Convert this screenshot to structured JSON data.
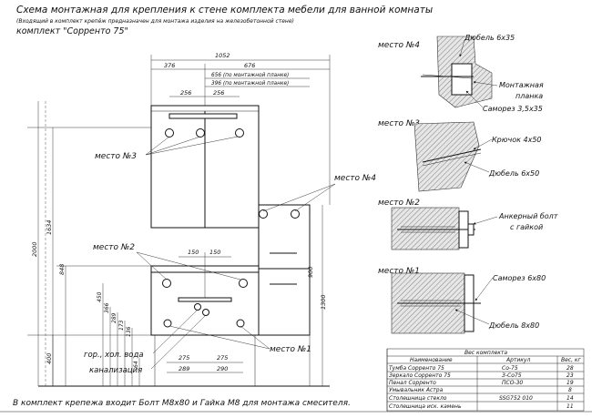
{
  "header": {
    "title": "Схема монтажная для крепления к стене комплекта мебели для ванной комнаты",
    "note": "(Входящий в комплект крепёж предназначен для монтажа изделия на железобетонной стене)",
    "kit": "комплект \"Сорренто 75\""
  },
  "dimensions": {
    "overall_width": "1052",
    "left_part": "376",
    "right_part": "676",
    "strip_656": "656 (по монтажной планке)",
    "strip_396": "396 (по монтажной планке)",
    "mirror_256_a": "256",
    "mirror_256_b": "256",
    "h_2000": "2000",
    "h_1634": "1634",
    "h_848": "848",
    "h_400": "400",
    "h_900": "900",
    "h_1300": "1300",
    "h_450": "450",
    "h_366": "366",
    "h_289": "289",
    "h_173": "173",
    "h_136": "136",
    "h_64": "64",
    "w_150_a": "150",
    "w_150_b": "150",
    "w_275_a": "275",
    "w_275_b": "275",
    "w_289": "289",
    "w_290": "290"
  },
  "labels": {
    "place3": "место №3",
    "place4": "место №4",
    "place2": "место №2",
    "place1": "место №1",
    "water": "гор., хол. вода",
    "sewer": "канализация"
  },
  "details": {
    "d4": {
      "title": "место №4",
      "item1": "Дюбель 6х35",
      "item2a": "Монтажная",
      "item2b": "планка",
      "item3": "Саморез 3,5х35"
    },
    "d3": {
      "title": "место №3",
      "item1": "Крючок 4х50",
      "item2": "Дюбель 6х50"
    },
    "d2": {
      "title": "место №2",
      "item1a": "Анкерный болт",
      "item1b": "с гайкой"
    },
    "d1": {
      "title": "место №1",
      "item1": "Саморез 6х80",
      "item2": "Дюбель 8х80"
    }
  },
  "table": {
    "caption": "Вес комплекта",
    "headers": [
      "Наименование",
      "Артикул",
      "Вес, кг"
    ],
    "rows": [
      [
        "Тумба Сорренто 75",
        "Со-75",
        "28"
      ],
      [
        "Зеркало Сорренто 75",
        "З-Со75",
        "23"
      ],
      [
        "Пенал Сорренто",
        "ПСО-30",
        "19"
      ],
      [
        "Умывальник Астра",
        "",
        "8"
      ],
      [
        "Столешница стекло",
        "SSG752 010",
        "14"
      ],
      [
        "Столешница иск. камень",
        "",
        "11"
      ]
    ]
  },
  "footer": {
    "note": "В комплект крепежа входит Болт М8х80 и Гайка М8 для монтажа смесителя."
  }
}
